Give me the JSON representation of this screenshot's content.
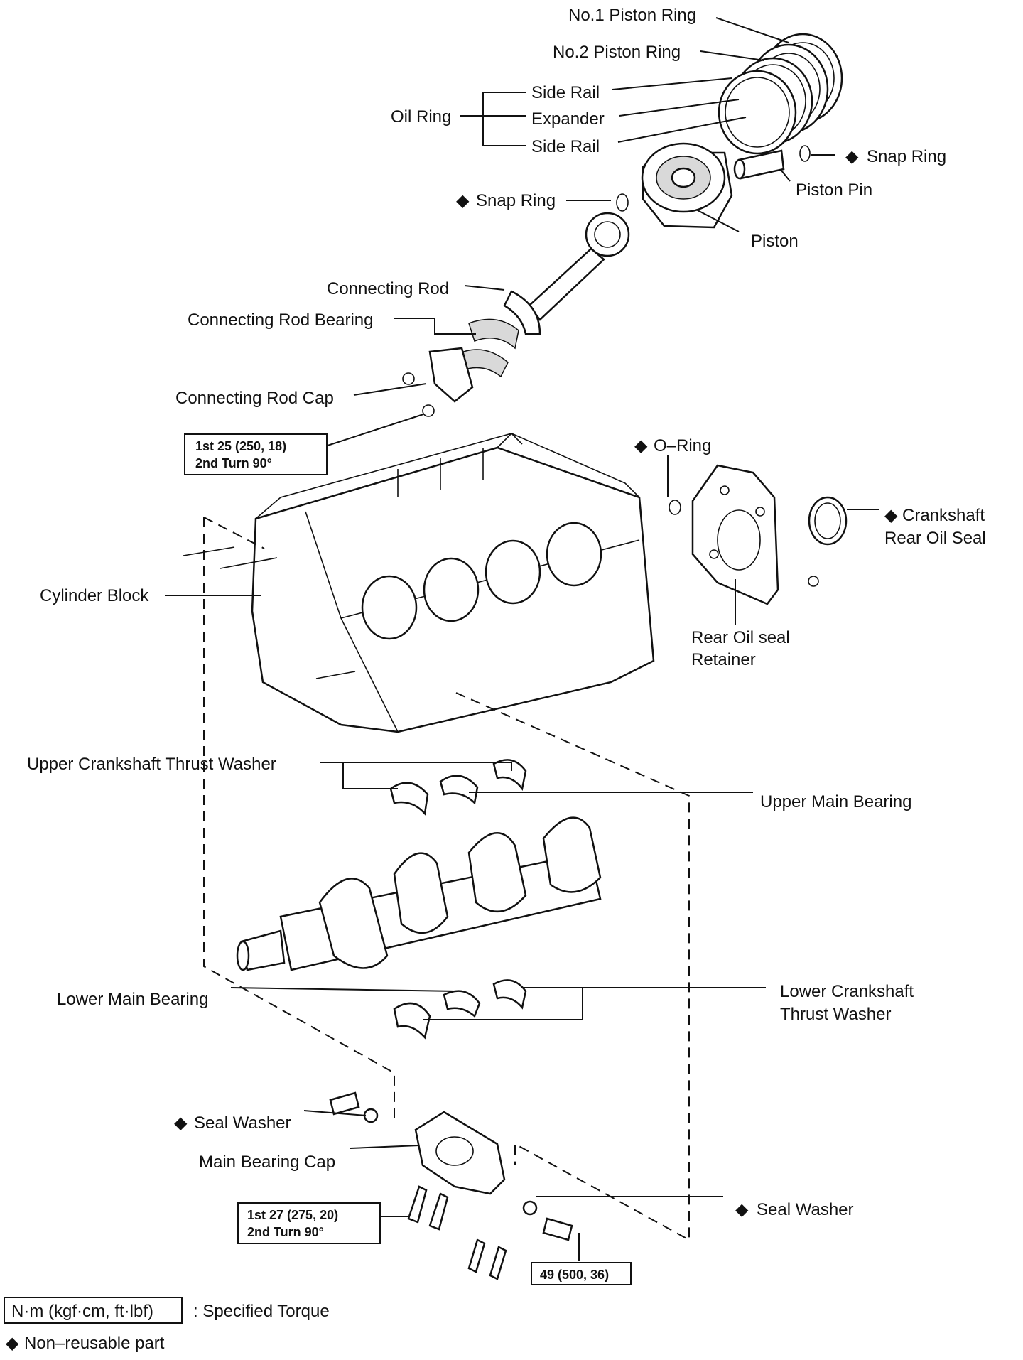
{
  "labels": {
    "no1_piston_ring": "No.1 Piston Ring",
    "no2_piston_ring": "No.2 Piston Ring",
    "oil_ring": "Oil Ring",
    "side_rail_top": "Side Rail",
    "expander": "Expander",
    "side_rail_bottom": "Side Rail",
    "snap_ring_right": "Snap Ring",
    "piston_pin": "Piston Pin",
    "snap_ring_left": "Snap Ring",
    "piston": "Piston",
    "connecting_rod": "Connecting Rod",
    "connecting_rod_bearing": "Connecting Rod Bearing",
    "connecting_rod_cap": "Connecting Rod Cap",
    "o_ring": "O–Ring",
    "crankshaft_rear_oil_seal_1": "Crankshaft",
    "crankshaft_rear_oil_seal_2": "Rear Oil Seal",
    "cylinder_block": "Cylinder Block",
    "rear_oil_seal_retainer_1": "Rear Oil seal",
    "rear_oil_seal_retainer_2": "Retainer",
    "upper_crankshaft_thrust_washer": "Upper Crankshaft Thrust Washer",
    "upper_main_bearing": "Upper Main Bearing",
    "lower_main_bearing": "Lower Main Bearing",
    "lower_crankshaft_thrust_washer_1": "Lower Crankshaft",
    "lower_crankshaft_thrust_washer_2": "Thrust Washer",
    "seal_washer_left": "Seal Washer",
    "main_bearing_cap": "Main Bearing Cap",
    "seal_washer_right": "Seal Washer"
  },
  "torque_specs": {
    "connecting_rod_cap_line1": "1st 25 (250, 18)",
    "connecting_rod_cap_line2": "2nd Turn 90°",
    "main_bearing_cap_line1": "1st 27 (275, 20)",
    "main_bearing_cap_line2": "2nd Turn 90°",
    "seal_washer_bolt": "49 (500, 36)"
  },
  "legend": {
    "unit_box": "N·m (kgf·cm, ft·lbf)",
    "unit_desc": ": Specified Torque",
    "non_reusable": "Non–reusable part"
  }
}
